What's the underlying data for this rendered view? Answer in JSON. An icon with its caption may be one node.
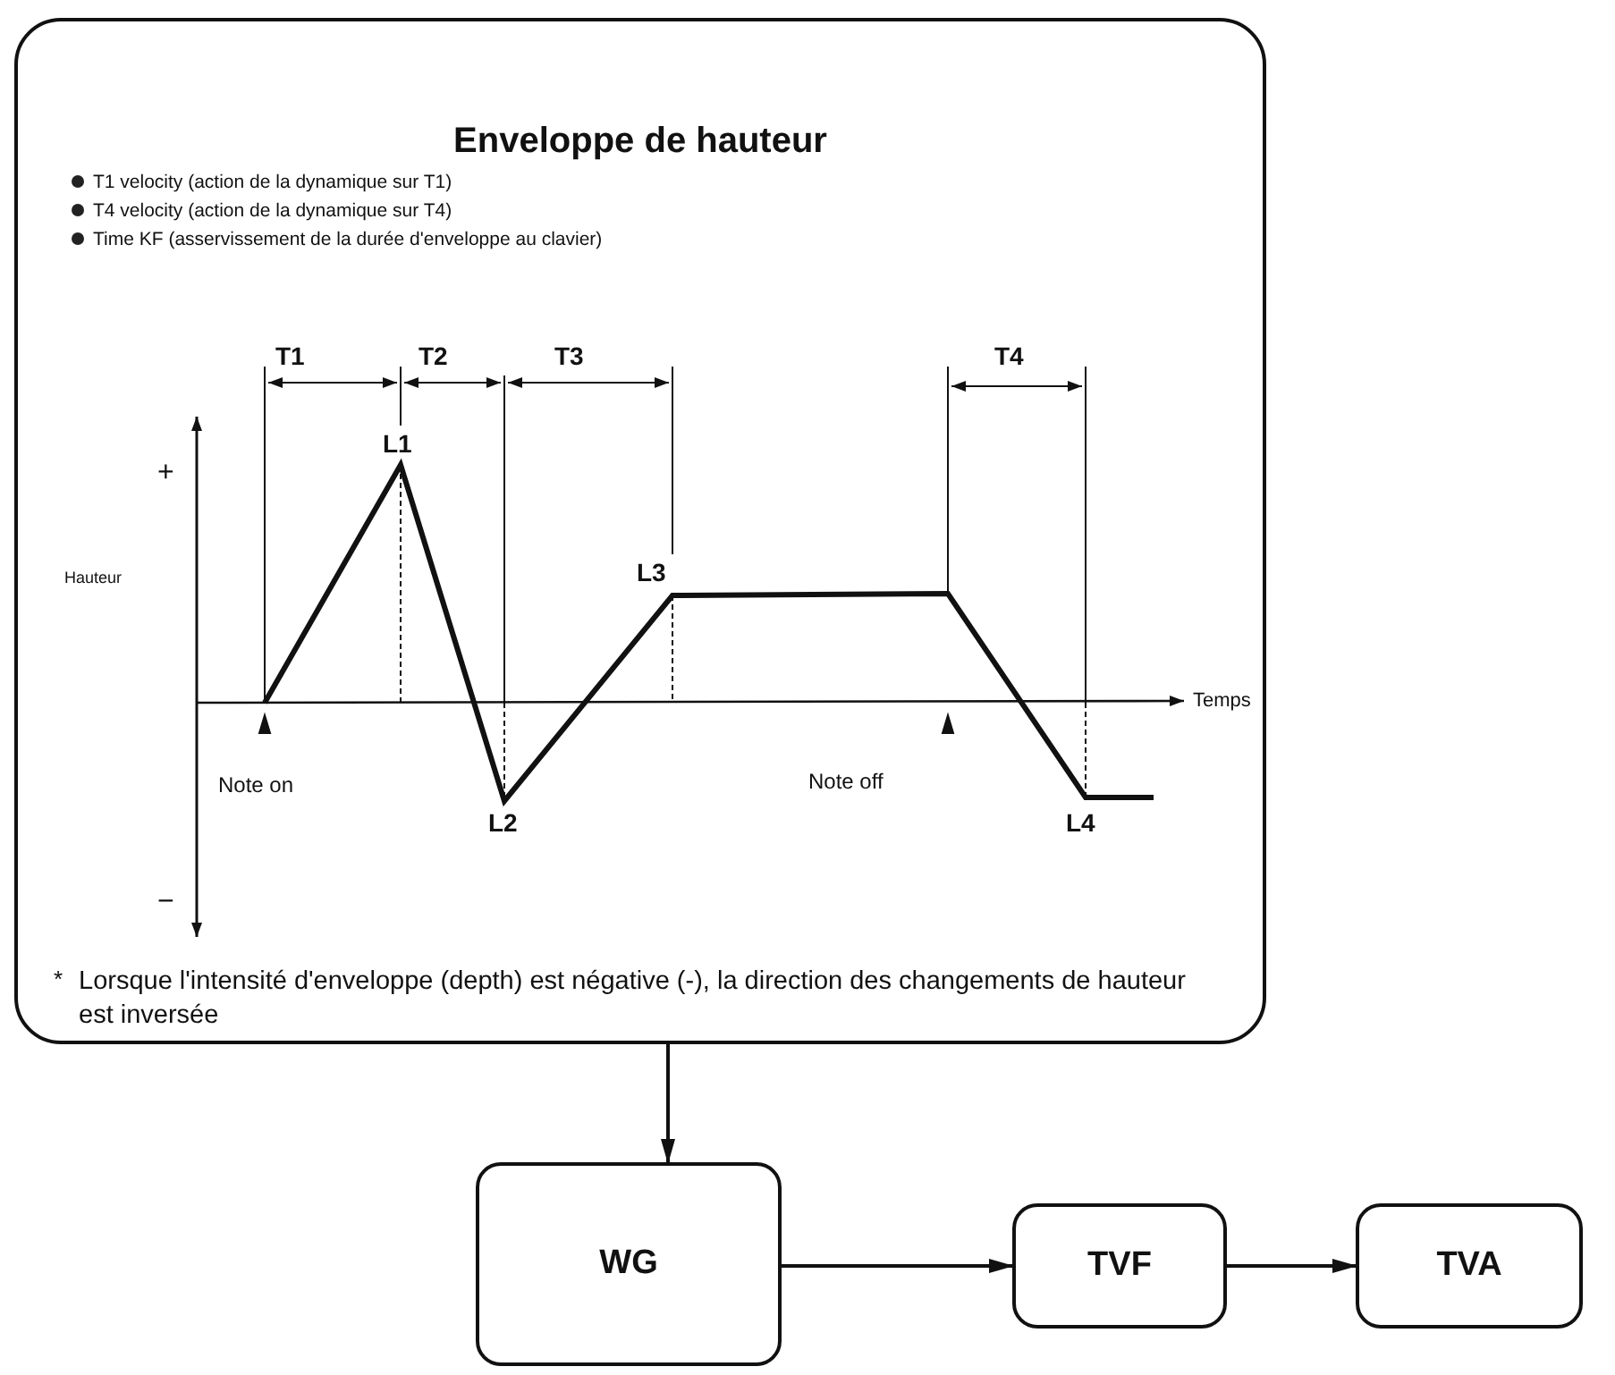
{
  "diagram": {
    "nodes": [
      {
        "text": [
          "Enveloppe de hauteur",
          "T1 velocity (action de la dynamique sur T1)",
          "T4 velocity (action de la dynamique sur T4)",
          "Time KF (asservissement de la durée d'enveloppe au clavier)",
          "Lorsque l'intensité d'enveloppe (depth) est négative (-), la direction des changements de hauteur est inversée"
        ]
      },
      {
        "text": [
          "WG"
        ]
      },
      {
        "text": [
          "TVF"
        ]
      },
      {
        "text": [
          "TVA"
        ]
      }
    ],
    "edges": [
      {
        "from": 0,
        "to": 1,
        "arrow": "to"
      },
      {
        "from": 1,
        "to": 2,
        "arrow": "to"
      },
      {
        "from": 2,
        "to": 3,
        "arrow": "to"
      }
    ],
    "labels": [
      "T1",
      "T2",
      "T3",
      "T4",
      "L1",
      "+",
      "Hauteur",
      "L3",
      "Temps",
      "Note on",
      "Note off",
      "L2",
      "L4",
      "−",
      "*"
    ]
  }
}
